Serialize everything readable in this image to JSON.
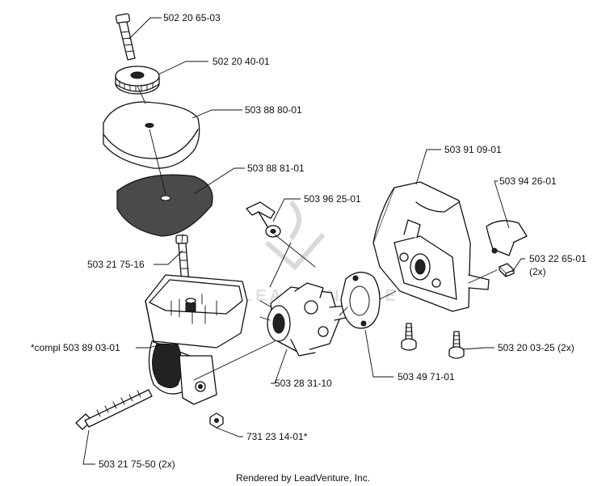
{
  "diagram": {
    "watermark": "LEADVENTURE",
    "footer": "Rendered by LeadVenture, Inc.",
    "parts": [
      {
        "id": "p1",
        "label": "502 20 65-03"
      },
      {
        "id": "p2",
        "label": "502 20 40-01"
      },
      {
        "id": "p3",
        "label": "503 88 80-01"
      },
      {
        "id": "p4",
        "label": "503 88 81-01"
      },
      {
        "id": "p5",
        "label": "503 96 25-01"
      },
      {
        "id": "p6",
        "label": "503 91 09-01"
      },
      {
        "id": "p7",
        "label": "503 94 26-01"
      },
      {
        "id": "p8",
        "label": "503 22 65-01"
      },
      {
        "id": "p8b",
        "label": "(2x)"
      },
      {
        "id": "p9",
        "label": "503 21 75-16"
      },
      {
        "id": "p10",
        "label": "*compl 503 89 03-01"
      },
      {
        "id": "p11",
        "label": "503 20 03-25 (2x)"
      },
      {
        "id": "p12",
        "label": "503 28 31-10"
      },
      {
        "id": "p13",
        "label": "503 49 71-01"
      },
      {
        "id": "p14",
        "label": "731 23 14-01*"
      },
      {
        "id": "p15",
        "label": "503 21 75-50 (2x)"
      }
    ]
  }
}
